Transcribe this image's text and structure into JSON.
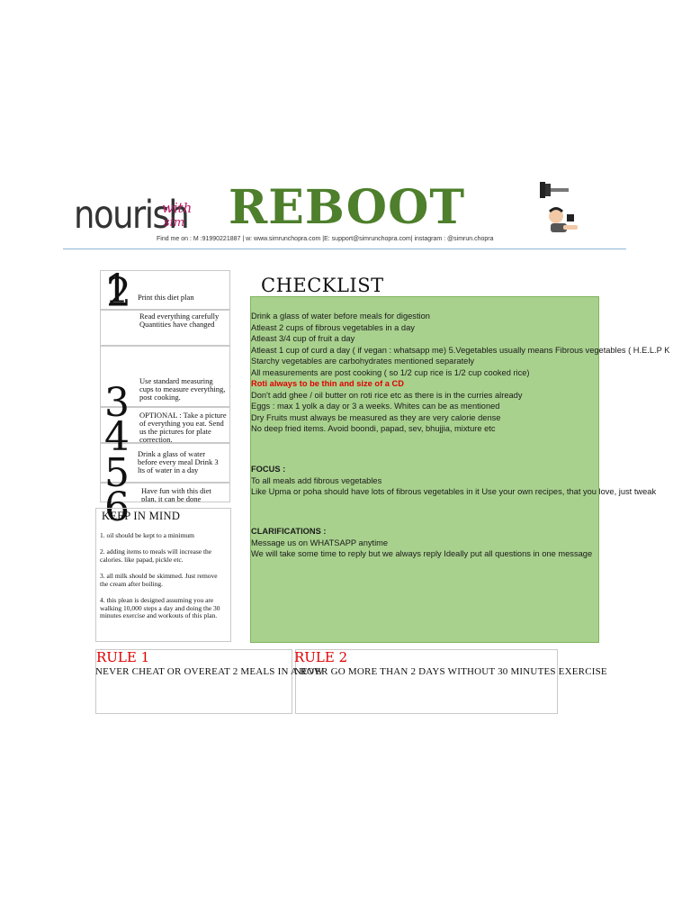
{
  "header": {
    "logo_main": "nourish",
    "logo_with": "with",
    "logo_sim": "sim",
    "title": "REBOOT",
    "contact": "Find me on : M :91990221887 | w: www.simrunchopra.com |E: support@simrunchopra.com| instagram : @simrun.chopra"
  },
  "steps": [
    {
      "num": "1",
      "text": "Print this diet plan"
    },
    {
      "num": "2",
      "text": "Read everything carefully Quantities have changed"
    },
    {
      "num": "3",
      "text": "Use standard measuring cups to measure everything, post cooking."
    },
    {
      "num": "4",
      "text": "OPTIONAL : Take a picture of everything you eat. Send us the pictures for plate correction."
    },
    {
      "num": "5",
      "text": "Drink a glass of water before every meal Drink 3 lts of water in a day"
    },
    {
      "num": "6",
      "text": "Have fun with this diet plan, it can be done"
    }
  ],
  "keep_in_mind": {
    "title": "KEEP IN MIND",
    "items": [
      "1. oil should be kept to a minimum",
      "2. adding items to meals will increase the calories. like papad, pickle etc.",
      "3. all milk should be skimmed. Just remove the cream after boiling.",
      "4. this plean is designed assuming you are walking 10,000 steps a day and doing the 30 minutes exercise and workouts of this plan."
    ]
  },
  "checklist": {
    "title": "CHECKLIST",
    "lines": [
      "Drink a glass of water before meals for digestion",
      "Atleast 2 cups of fibrous vegetables in a day",
      "Atleast 3/4 cup of fruit a  day",
      "Atleast 1 cup of curd a day ( if vegan : whatsapp me) 5.Vegetables usually means Fibrous vegetables ( H.E.L.P K",
      "Starchy vegetables are carbohydrates mentioned  separately",
      "All measurements are post cooking ( so 1/2 cup rice is 1/2 cup cooked  rice)",
      "Roti always to be thin and size of a CD",
      "Don't add ghee / oil butter on roti rice etc as there is in the curries already",
      "Eggs : max 1 yolk a day or 3 a weeks. Whites can be as  mentioned",
      "Dry Fruits must always be measured as they are very calorie dense",
      "No deep fried items. Avoid boondi,  papad, sev, bhujjia, mixture etc"
    ],
    "focus_title": "FOCUS :",
    "focus_lines": [
      "To all meals add fibrous vegetables",
      "Like Upma or poha should have lots of fibrous vegetables in it Use your own recipes, that you love, just tweak"
    ],
    "clar_title": "CLARIFICATIONS :",
    "clar_lines": [
      "Message us on WHATSAPP anytime",
      "We will take some time to reply but we always reply Ideally put all questions in one message"
    ]
  },
  "rules": [
    {
      "title": "RULE 1",
      "text": "NEVER CHEAT OR OVEREAT 2 MEALS IN A ROW"
    },
    {
      "title": "RULE 2",
      "text": "NEVER GO MORE THAN 2 DAYS WITHOUT 30 MINUTES EXERCISE"
    }
  ],
  "colors": {
    "title_green": "#4e7f2c",
    "checklist_bg": "#a9d18e",
    "rule_red": "#e00000",
    "logo_pink": "#c21d6b"
  },
  "icons": [
    "dumbbell-icon",
    "character-icon"
  ]
}
